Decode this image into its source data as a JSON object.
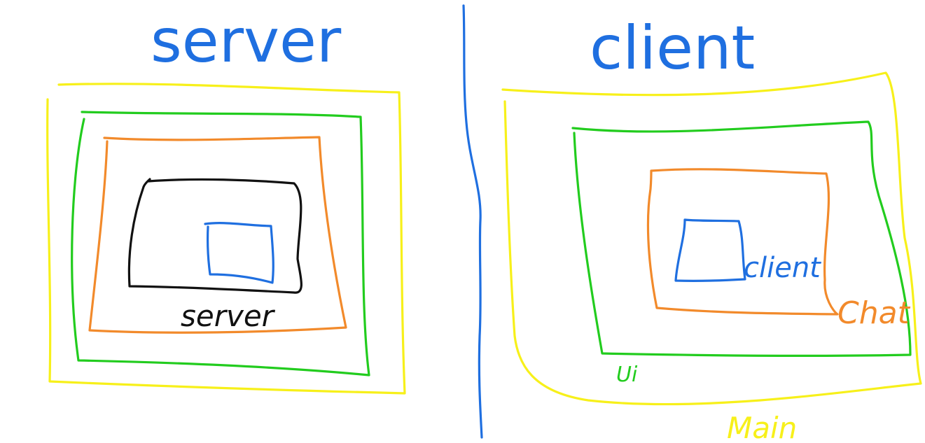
{
  "diagram": {
    "left_panel": {
      "title": "server",
      "labels": {
        "inner_box": "server"
      }
    },
    "right_panel": {
      "title": "client",
      "labels": {
        "inner_box": "client",
        "chat_box": "Chat",
        "ui_box": "Ui",
        "main_box": "Main"
      }
    },
    "colors": {
      "blue": "#1f6fe0",
      "yellow": "#f7f01a",
      "green": "#22cc1e",
      "orange": "#f28a2b",
      "black": "#111111"
    }
  }
}
